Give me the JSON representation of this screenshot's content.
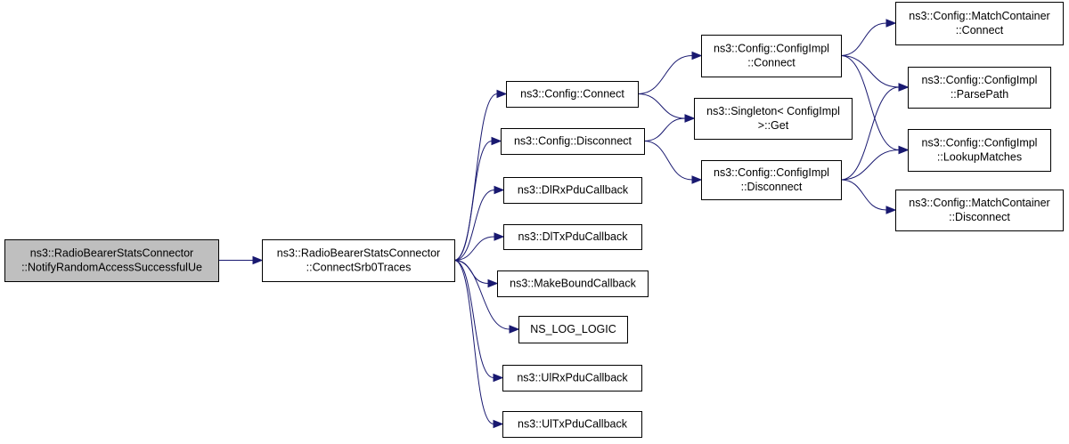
{
  "graph": {
    "edge_color": "#191970",
    "root_fill": "#bfbfbf",
    "nodes": {
      "root": {
        "lines": [
          "ns3::RadioBearerStatsConnector",
          "::NotifyRandomAccessSuccessfulUe"
        ]
      },
      "connect_srb0": {
        "lines": [
          "ns3::RadioBearerStatsConnector",
          "::ConnectSrb0Traces"
        ]
      },
      "config_connect": {
        "lines": [
          "ns3::Config::Connect"
        ]
      },
      "config_disconnect": {
        "lines": [
          "ns3::Config::Disconnect"
        ]
      },
      "dl_rx": {
        "lines": [
          "ns3::DlRxPduCallback"
        ]
      },
      "dl_tx": {
        "lines": [
          "ns3::DlTxPduCallback"
        ]
      },
      "make_bound": {
        "lines": [
          "ns3::MakeBoundCallback"
        ]
      },
      "ns_log": {
        "lines": [
          "NS_LOG_LOGIC"
        ]
      },
      "ul_rx": {
        "lines": [
          "ns3::UlRxPduCallback"
        ]
      },
      "ul_tx": {
        "lines": [
          "ns3::UlTxPduCallback"
        ]
      },
      "impl_connect": {
        "lines": [
          "ns3::Config::ConfigImpl",
          "::Connect"
        ]
      },
      "singleton_get": {
        "lines": [
          "ns3::Singleton< ConfigImpl",
          " >::Get"
        ]
      },
      "impl_disconnect": {
        "lines": [
          "ns3::Config::ConfigImpl",
          "::Disconnect"
        ]
      },
      "mc_connect": {
        "lines": [
          "ns3::Config::MatchContainer",
          "::Connect"
        ]
      },
      "parse_path": {
        "lines": [
          "ns3::Config::ConfigImpl",
          "::ParsePath"
        ]
      },
      "lookup_matches": {
        "lines": [
          "ns3::Config::ConfigImpl",
          "::LookupMatches"
        ]
      },
      "mc_disconnect": {
        "lines": [
          "ns3::Config::MatchContainer",
          "::Disconnect"
        ]
      }
    },
    "edges": [
      [
        "root",
        "connect_srb0"
      ],
      [
        "connect_srb0",
        "config_connect"
      ],
      [
        "connect_srb0",
        "config_disconnect"
      ],
      [
        "connect_srb0",
        "dl_rx"
      ],
      [
        "connect_srb0",
        "dl_tx"
      ],
      [
        "connect_srb0",
        "make_bound"
      ],
      [
        "connect_srb0",
        "ns_log"
      ],
      [
        "connect_srb0",
        "ul_rx"
      ],
      [
        "connect_srb0",
        "ul_tx"
      ],
      [
        "config_connect",
        "impl_connect"
      ],
      [
        "config_connect",
        "singleton_get"
      ],
      [
        "config_disconnect",
        "singleton_get"
      ],
      [
        "config_disconnect",
        "impl_disconnect"
      ],
      [
        "impl_connect",
        "mc_connect"
      ],
      [
        "impl_connect",
        "parse_path"
      ],
      [
        "impl_connect",
        "lookup_matches"
      ],
      [
        "impl_disconnect",
        "parse_path"
      ],
      [
        "impl_disconnect",
        "lookup_matches"
      ],
      [
        "impl_disconnect",
        "mc_disconnect"
      ]
    ]
  }
}
